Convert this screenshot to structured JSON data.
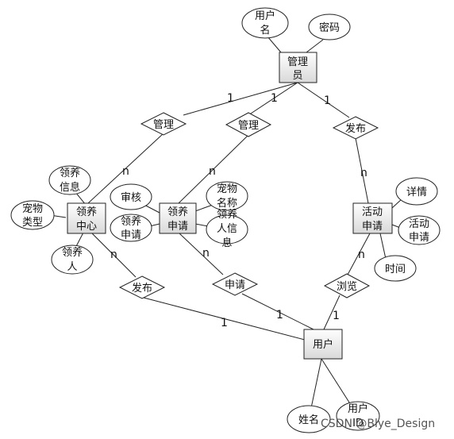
{
  "entities": {
    "admin": [
      "管理",
      "员"
    ],
    "adoption_center": [
      "领养",
      "中心"
    ],
    "adoption_application": [
      "领养",
      "申请"
    ],
    "activity_application": [
      "活动",
      "申请"
    ],
    "user": [
      "用户"
    ]
  },
  "attributes": {
    "admin_username": [
      "用户",
      "名"
    ],
    "admin_password": [
      "密码"
    ],
    "center_adoption_info": [
      "领养",
      "信息"
    ],
    "center_pet_type": [
      "宠物",
      "类型"
    ],
    "center_adopter": [
      "领养",
      "人"
    ],
    "app_review": [
      "审核"
    ],
    "app_adoption_app": [
      "领养",
      "申请"
    ],
    "app_pet_name": [
      "宠物",
      "名称"
    ],
    "app_adopter_info": [
      "领养",
      "人信",
      "息"
    ],
    "activity_details": [
      "详情"
    ],
    "activity_app": [
      "活动",
      "申请"
    ],
    "activity_time": [
      "时间"
    ],
    "user_name": [
      "姓名"
    ],
    "user_id": [
      "用户",
      "ID"
    ]
  },
  "relationships": {
    "manage_center": "管理",
    "manage_application": "管理",
    "publish_activity": "发布",
    "publish_center": "发布",
    "apply": "申请",
    "browse": "浏览"
  },
  "cardinalities": {
    "admin_center": "1",
    "admin_application": "1",
    "admin_activity": "1",
    "center_manage": "n",
    "application_manage": "n",
    "activity_publish": "n",
    "center_publish": "n",
    "application_apply": "n",
    "activity_browse": "n",
    "user_publish": "1",
    "user_apply": "1",
    "user_browse": "1"
  },
  "watermark": "CSDN @Blye_Design"
}
